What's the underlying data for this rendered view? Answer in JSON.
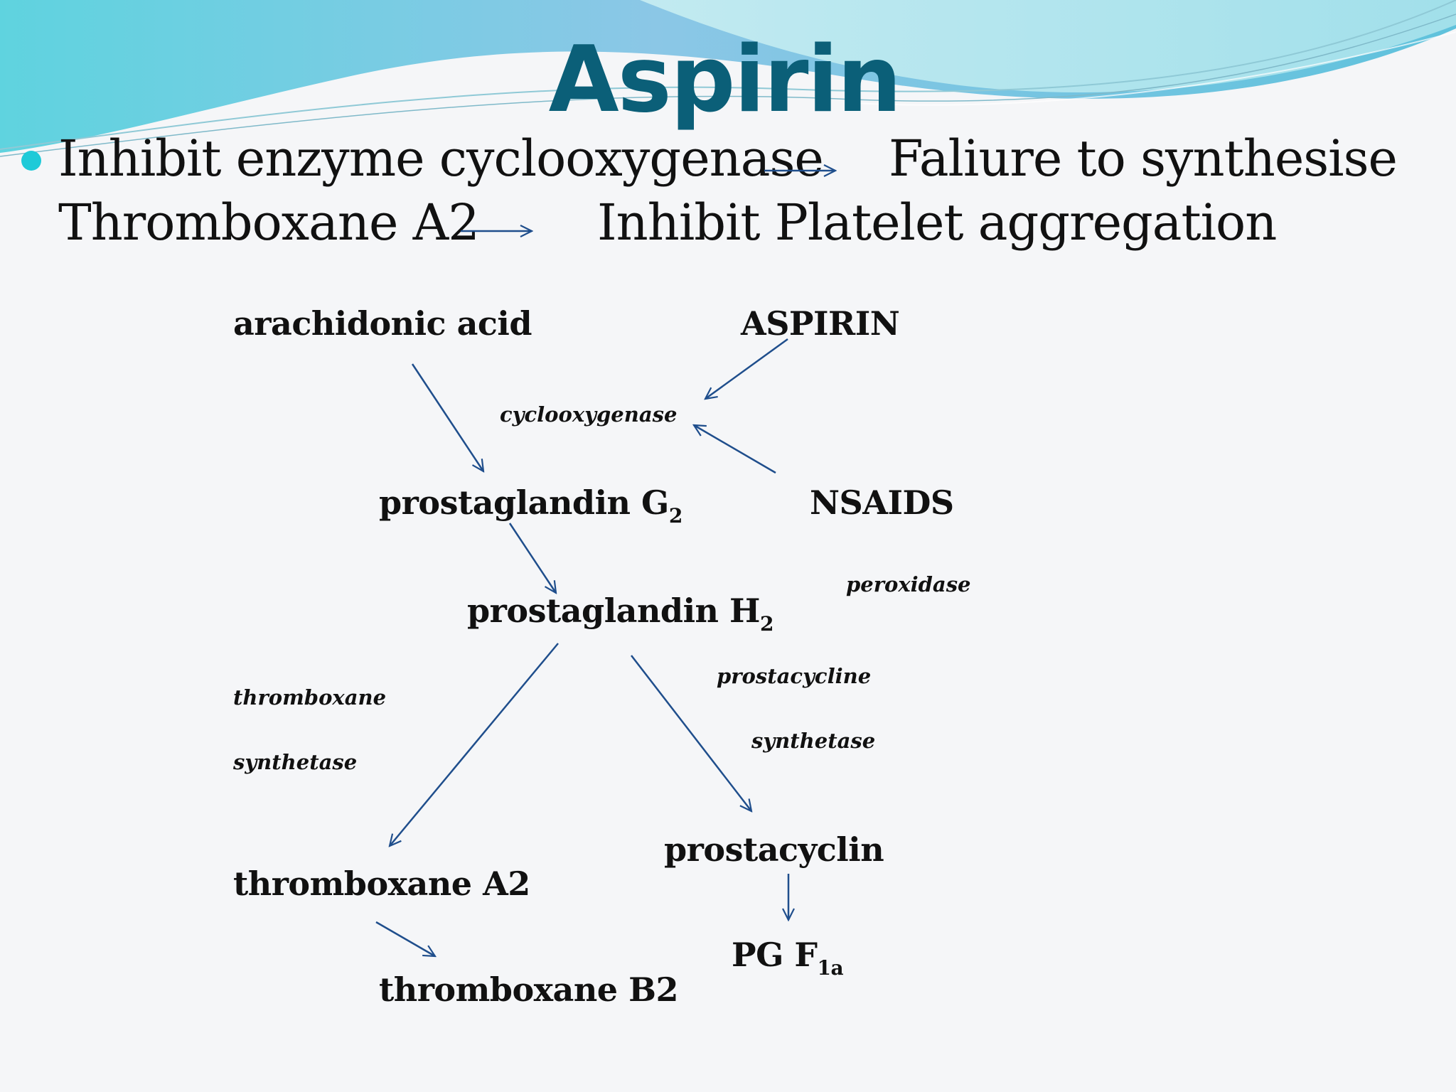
{
  "title": "Aspirin",
  "bullet": {
    "line1_part1": "Inhibit enzyme cyclooxygenase",
    "line1_part2": "Faliure to synthesise",
    "line2_part1": "Thromboxane A2",
    "line2_part2": "Inhibit Platelet aggregation"
  },
  "pathway": {
    "arachidonic_acid": "arachidonic acid",
    "aspirin": "ASPIRIN",
    "cyclooxygenase": "cyclooxygenase",
    "prostaglandin_g2": {
      "base": "prostaglandin G",
      "sub": "2"
    },
    "nsaids": "NSAIDS",
    "peroxidase": "peroxidase",
    "prostaglandin_h2": {
      "base": "prostaglandin H",
      "sub": "2"
    },
    "thromboxane_synthetase_1": "thromboxane",
    "thromboxane_synthetase_2": "synthetase",
    "prostacycline_synthetase_1": "prostacycline",
    "prostacycline_synthetase_2": "synthetase",
    "thromboxane_a2": "thromboxane A2",
    "prostacyclin": "prostacyclin",
    "pg_f1a": {
      "base": "PG F",
      "sub": "1a"
    },
    "thromboxane_b2": "thromboxane B2"
  },
  "colors": {
    "title": "#0b5f78",
    "bullet": "#1ecad8",
    "arrow": "#1f4e8c"
  }
}
